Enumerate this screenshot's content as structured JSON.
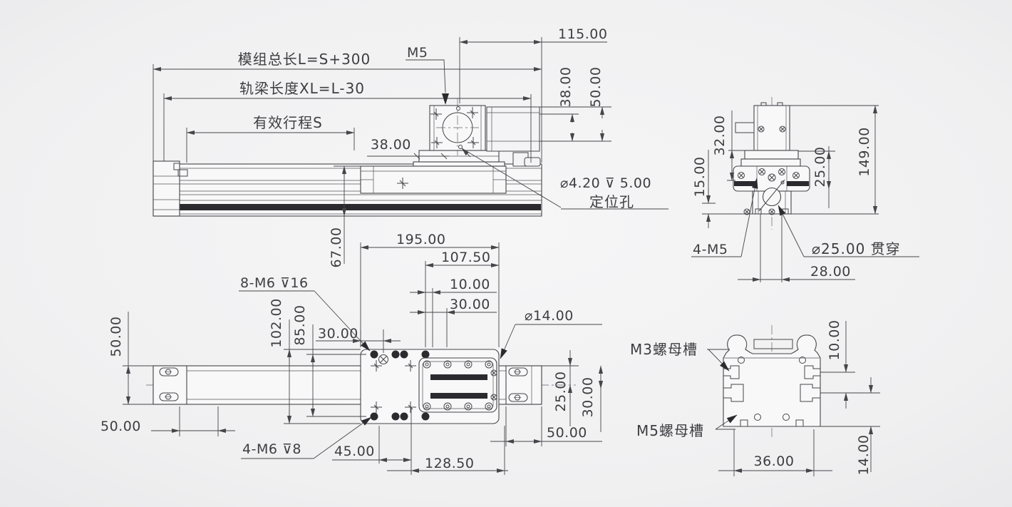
{
  "colors": {
    "background": "#f1f1f2",
    "line": "#46464a",
    "dark_fill": "#2b2b2f",
    "text": "#3e3e42"
  },
  "views": {
    "side": {
      "total_length": "模组总长L=S+300",
      "rail_length": "轨梁长度XL=L-30",
      "effective_stroke": "有效行程S",
      "thread": "M5",
      "d115": "115.00",
      "d38_plate": "38.00",
      "d38_v": "38.00",
      "d50_v": "50.00",
      "d67": "67.00",
      "locating_spec": "⌀4.20 ⊽ 5.00",
      "locating_name": "定位孔"
    },
    "end": {
      "d32": "32.00",
      "d15": "15.00",
      "d25": "25.00",
      "d149": "149.00",
      "m5x4": "4-M5",
      "d25_through": "⌀25.00 贯穿",
      "d28": "28.00"
    },
    "plan": {
      "d50_width": "50.00",
      "d50_left": "50.00",
      "m6x8": "8-M6 ⊽16",
      "d102": "102.00",
      "d85": "85.00",
      "d30_left": "30.00",
      "d195": "195.00",
      "d107_5": "107.50",
      "d10": "10.00",
      "d30_mid": "30.00",
      "d14_hole": "⌀14.00",
      "m6x4": "4-M6 ⊽8",
      "d45": "45.00",
      "d128_5": "128.50",
      "d25_right": "25.00",
      "d30_right": "30.00",
      "d50_right": "50.00"
    },
    "section": {
      "m3_slot": "M3螺母槽",
      "m5_slot": "M5螺母槽",
      "d10": "10.00",
      "d14": "14.00",
      "d36": "36.00"
    }
  }
}
